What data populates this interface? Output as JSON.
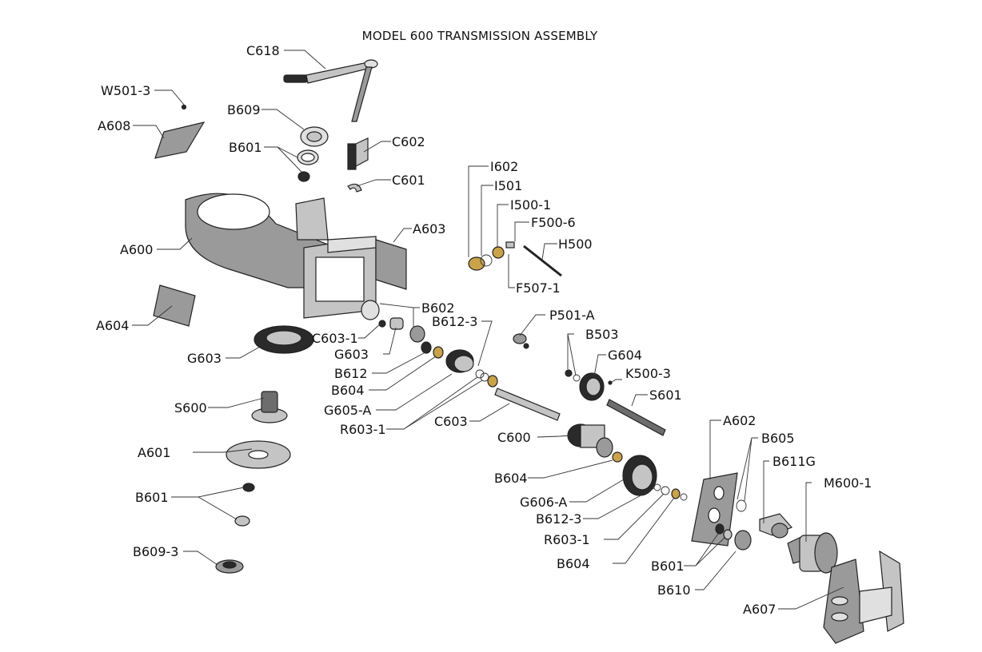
{
  "title": "MODEL 600 TRANSMISSION ASSEMBLY",
  "callouts": [
    {
      "id": "C618",
      "label": "C618"
    },
    {
      "id": "W501-3",
      "label": "W501-3"
    },
    {
      "id": "B609",
      "label": "B609"
    },
    {
      "id": "A608",
      "label": "A608"
    },
    {
      "id": "B601a",
      "label": "B601"
    },
    {
      "id": "C602",
      "label": "C602"
    },
    {
      "id": "C601",
      "label": "C601"
    },
    {
      "id": "I602",
      "label": "I602"
    },
    {
      "id": "I501",
      "label": "I501"
    },
    {
      "id": "I500-1",
      "label": "I500-1"
    },
    {
      "id": "F500-6",
      "label": "F500-6"
    },
    {
      "id": "H500",
      "label": "H500"
    },
    {
      "id": "F507-1",
      "label": "F507-1"
    },
    {
      "id": "A600",
      "label": "A600"
    },
    {
      "id": "A603",
      "label": "A603"
    },
    {
      "id": "A604",
      "label": "A604"
    },
    {
      "id": "B602",
      "label": "B602"
    },
    {
      "id": "C603-1",
      "label": "C603-1"
    },
    {
      "id": "G603a",
      "label": "G603"
    },
    {
      "id": "G603b",
      "label": "G603"
    },
    {
      "id": "B612-3a",
      "label": "B612-3"
    },
    {
      "id": "B612",
      "label": "B612"
    },
    {
      "id": "B604a",
      "label": "B604"
    },
    {
      "id": "G605-A",
      "label": "G605-A"
    },
    {
      "id": "R603-1a",
      "label": "R603-1"
    },
    {
      "id": "C603",
      "label": "C603"
    },
    {
      "id": "P501-A",
      "label": "P501-A"
    },
    {
      "id": "B503",
      "label": "B503"
    },
    {
      "id": "G604",
      "label": "G604"
    },
    {
      "id": "K500-3",
      "label": "K500-3"
    },
    {
      "id": "S601",
      "label": "S601"
    },
    {
      "id": "S600",
      "label": "S600"
    },
    {
      "id": "C600",
      "label": "C600"
    },
    {
      "id": "A601",
      "label": "A601"
    },
    {
      "id": "B604b",
      "label": "B604"
    },
    {
      "id": "G606-A",
      "label": "G606-A"
    },
    {
      "id": "B612-3b",
      "label": "B612-3"
    },
    {
      "id": "R603-1b",
      "label": "R603-1"
    },
    {
      "id": "B604c",
      "label": "B604"
    },
    {
      "id": "B601b",
      "label": "B601"
    },
    {
      "id": "B609-3",
      "label": "B609-3"
    },
    {
      "id": "A602",
      "label": "A602"
    },
    {
      "id": "B605",
      "label": "B605"
    },
    {
      "id": "B611G",
      "label": "B611G"
    },
    {
      "id": "M600-1",
      "label": "M600-1"
    },
    {
      "id": "B601c",
      "label": "B601"
    },
    {
      "id": "B610",
      "label": "B610"
    },
    {
      "id": "A607",
      "label": "A607"
    }
  ],
  "colors": {
    "line": "#333333",
    "bronze": "#c9a24a",
    "part_gray": "#9a9a9a"
  }
}
